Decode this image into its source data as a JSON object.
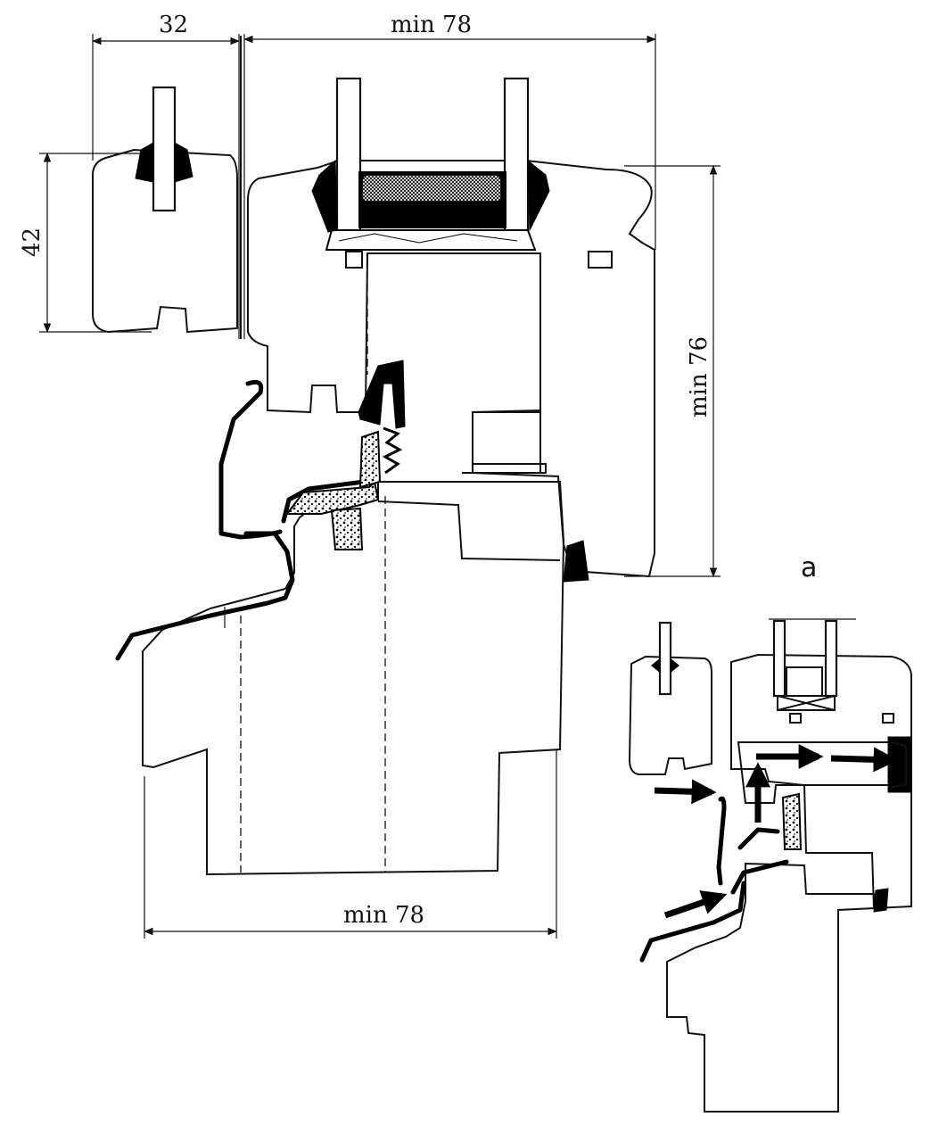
{
  "dimensions": {
    "top_left_width": "32",
    "top_right_width": "min 78",
    "left_height": "42",
    "right_height": "min 76",
    "bottom_width": "min 78"
  },
  "detail_label": "a"
}
